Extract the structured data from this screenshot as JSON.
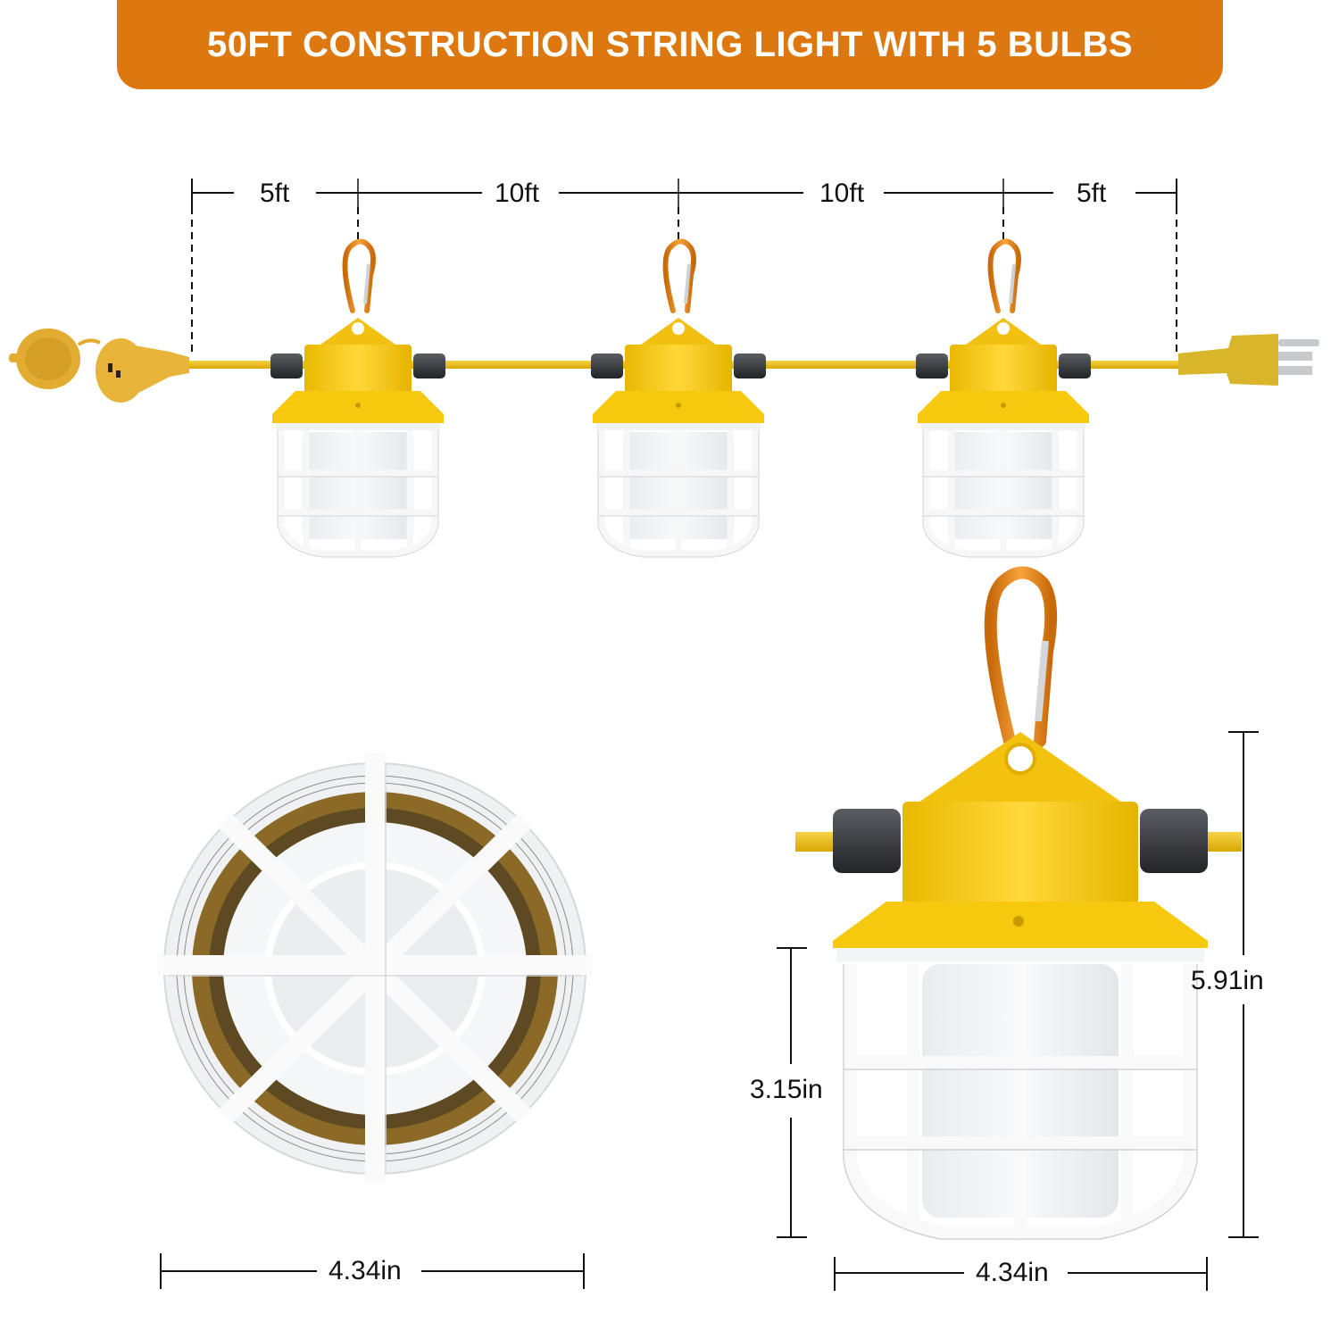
{
  "banner": {
    "title": "50FT CONSTRUCTION STRING LIGHT WITH 5 BULBS",
    "background_color": "#dd7811",
    "text_color": "#ffffff"
  },
  "spacing_dimensions": [
    {
      "label": "5ft",
      "segment": "end-to-first-bulb"
    },
    {
      "label": "10ft",
      "segment": "bulb-to-bulb"
    },
    {
      "label": "10ft",
      "segment": "bulb-to-bulb"
    },
    {
      "label": "5ft",
      "segment": "last-bulb-to-plug"
    }
  ],
  "string_light": {
    "bulb_count_shown": 3,
    "cord_color": "#f2c21a",
    "housing_color": "#f7c90e",
    "carabiner_color": "#e6891c",
    "connectors": [
      "female-outlet-with-cap",
      "male-3-prong-plug"
    ]
  },
  "bottom_view": {
    "width_label": "4.34in"
  },
  "side_view": {
    "total_height_label": "5.91in",
    "cage_height_label": "3.15in",
    "width_label": "4.34in"
  }
}
